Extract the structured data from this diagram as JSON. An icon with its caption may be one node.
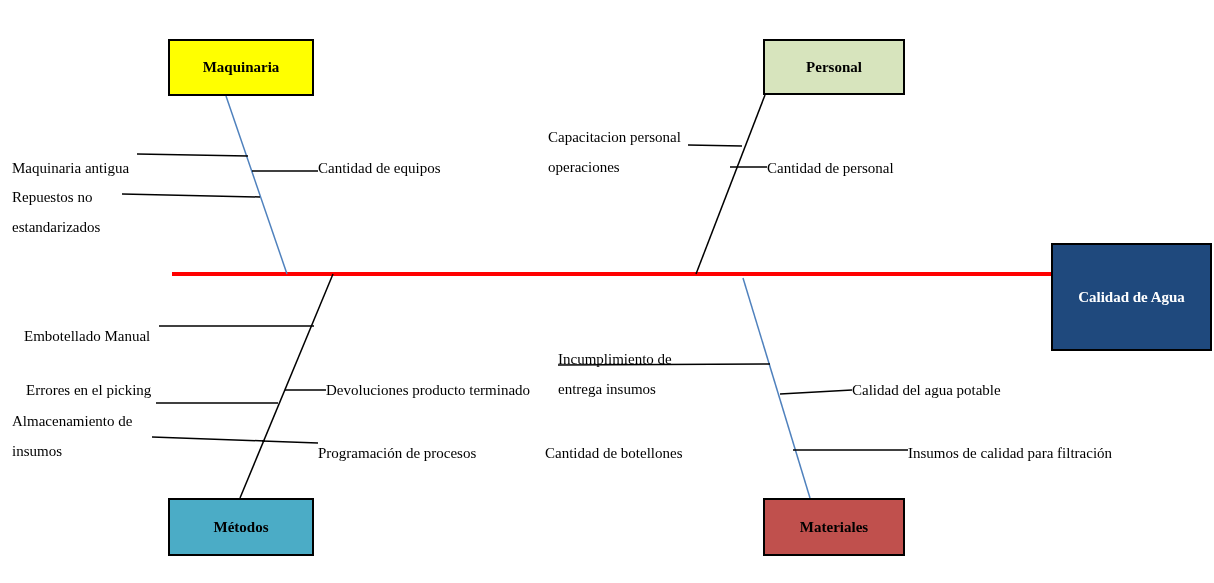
{
  "diagram": {
    "nodes": [
      {
        "text": [
          "Maquinaria"
        ]
      },
      {
        "text": [
          "Personal"
        ]
      },
      {
        "text": [
          "Métodos"
        ]
      },
      {
        "text": [
          "Materiales"
        ]
      },
      {
        "text": [
          "Calidad de Agua"
        ]
      },
      {
        "text": [
          "Maquinaria antigua"
        ]
      },
      {
        "text": [
          "Repuestos no estandarizados"
        ]
      },
      {
        "text": [
          "Cantidad de equipos"
        ]
      },
      {
        "text": [
          "Capacitacion personal operaciones"
        ]
      },
      {
        "text": [
          "Cantidad de personal"
        ]
      },
      {
        "text": [
          "Embotellado Manual"
        ]
      },
      {
        "text": [
          "Errores en el picking"
        ]
      },
      {
        "text": [
          "Almacenamiento de insumos"
        ]
      },
      {
        "text": [
          "Devoluciones producto terminado"
        ]
      },
      {
        "text": [
          "Programación de procesos"
        ]
      },
      {
        "text": [
          "Incumplimiento de entrega insumos"
        ]
      },
      {
        "text": [
          "Calidad del agua potable"
        ]
      },
      {
        "text": [
          "Cantidad de botellones"
        ]
      },
      {
        "text": [
          "Insumos de calidad para filtración"
        ]
      }
    ],
    "edges": [
      {
        "from": null,
        "to": 4,
        "arrow": "none",
        "style": "thick",
        "color": "#ff0000"
      },
      {
        "from": 0,
        "to": null,
        "arrow": "none",
        "color": "#4f81bd"
      },
      {
        "from": 1,
        "to": null,
        "arrow": "none"
      },
      {
        "from": 2,
        "to": null,
        "arrow": "none"
      },
      {
        "from": 3,
        "to": null,
        "arrow": "none",
        "color": "#4f81bd"
      },
      {
        "from": 5,
        "to": null,
        "arrow": "none"
      },
      {
        "from": 6,
        "to": null,
        "arrow": "none"
      },
      {
        "from": 7,
        "to": null,
        "arrow": "none"
      },
      {
        "from": 8,
        "to": null,
        "arrow": "none"
      },
      {
        "from": 9,
        "to": null,
        "arrow": "none"
      },
      {
        "from": 10,
        "to": null,
        "arrow": "none"
      },
      {
        "from": 11,
        "to": null,
        "arrow": "none"
      },
      {
        "from": 12,
        "to": null,
        "arrow": "none"
      },
      {
        "from": 13,
        "to": null,
        "arrow": "none"
      },
      {
        "from": 14,
        "to": null,
        "arrow": "none"
      },
      {
        "from": 15,
        "to": null,
        "arrow": "none"
      },
      {
        "from": 16,
        "to": null,
        "arrow": "none"
      },
      {
        "from": 18,
        "to": null,
        "arrow": "none"
      }
    ]
  }
}
